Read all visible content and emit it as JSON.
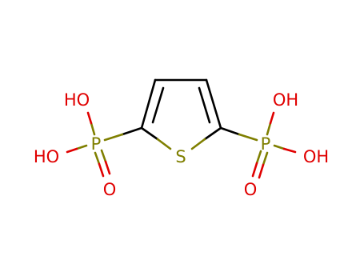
{
  "atoms": {
    "sulfur": "S",
    "phosphorus_left": "P",
    "phosphorus_right": "P",
    "oh_left_top": "HO",
    "oh_left_mid": "HO",
    "o_left_bottom": "O",
    "oh_right_top": "OH",
    "oh_right_mid": "OH",
    "o_right_bottom": "O"
  },
  "colors": {
    "bond": "#000000",
    "sulfur": "#7f7f00",
    "phosphorus": "#7f7f00",
    "oxygen": "#e00000"
  }
}
